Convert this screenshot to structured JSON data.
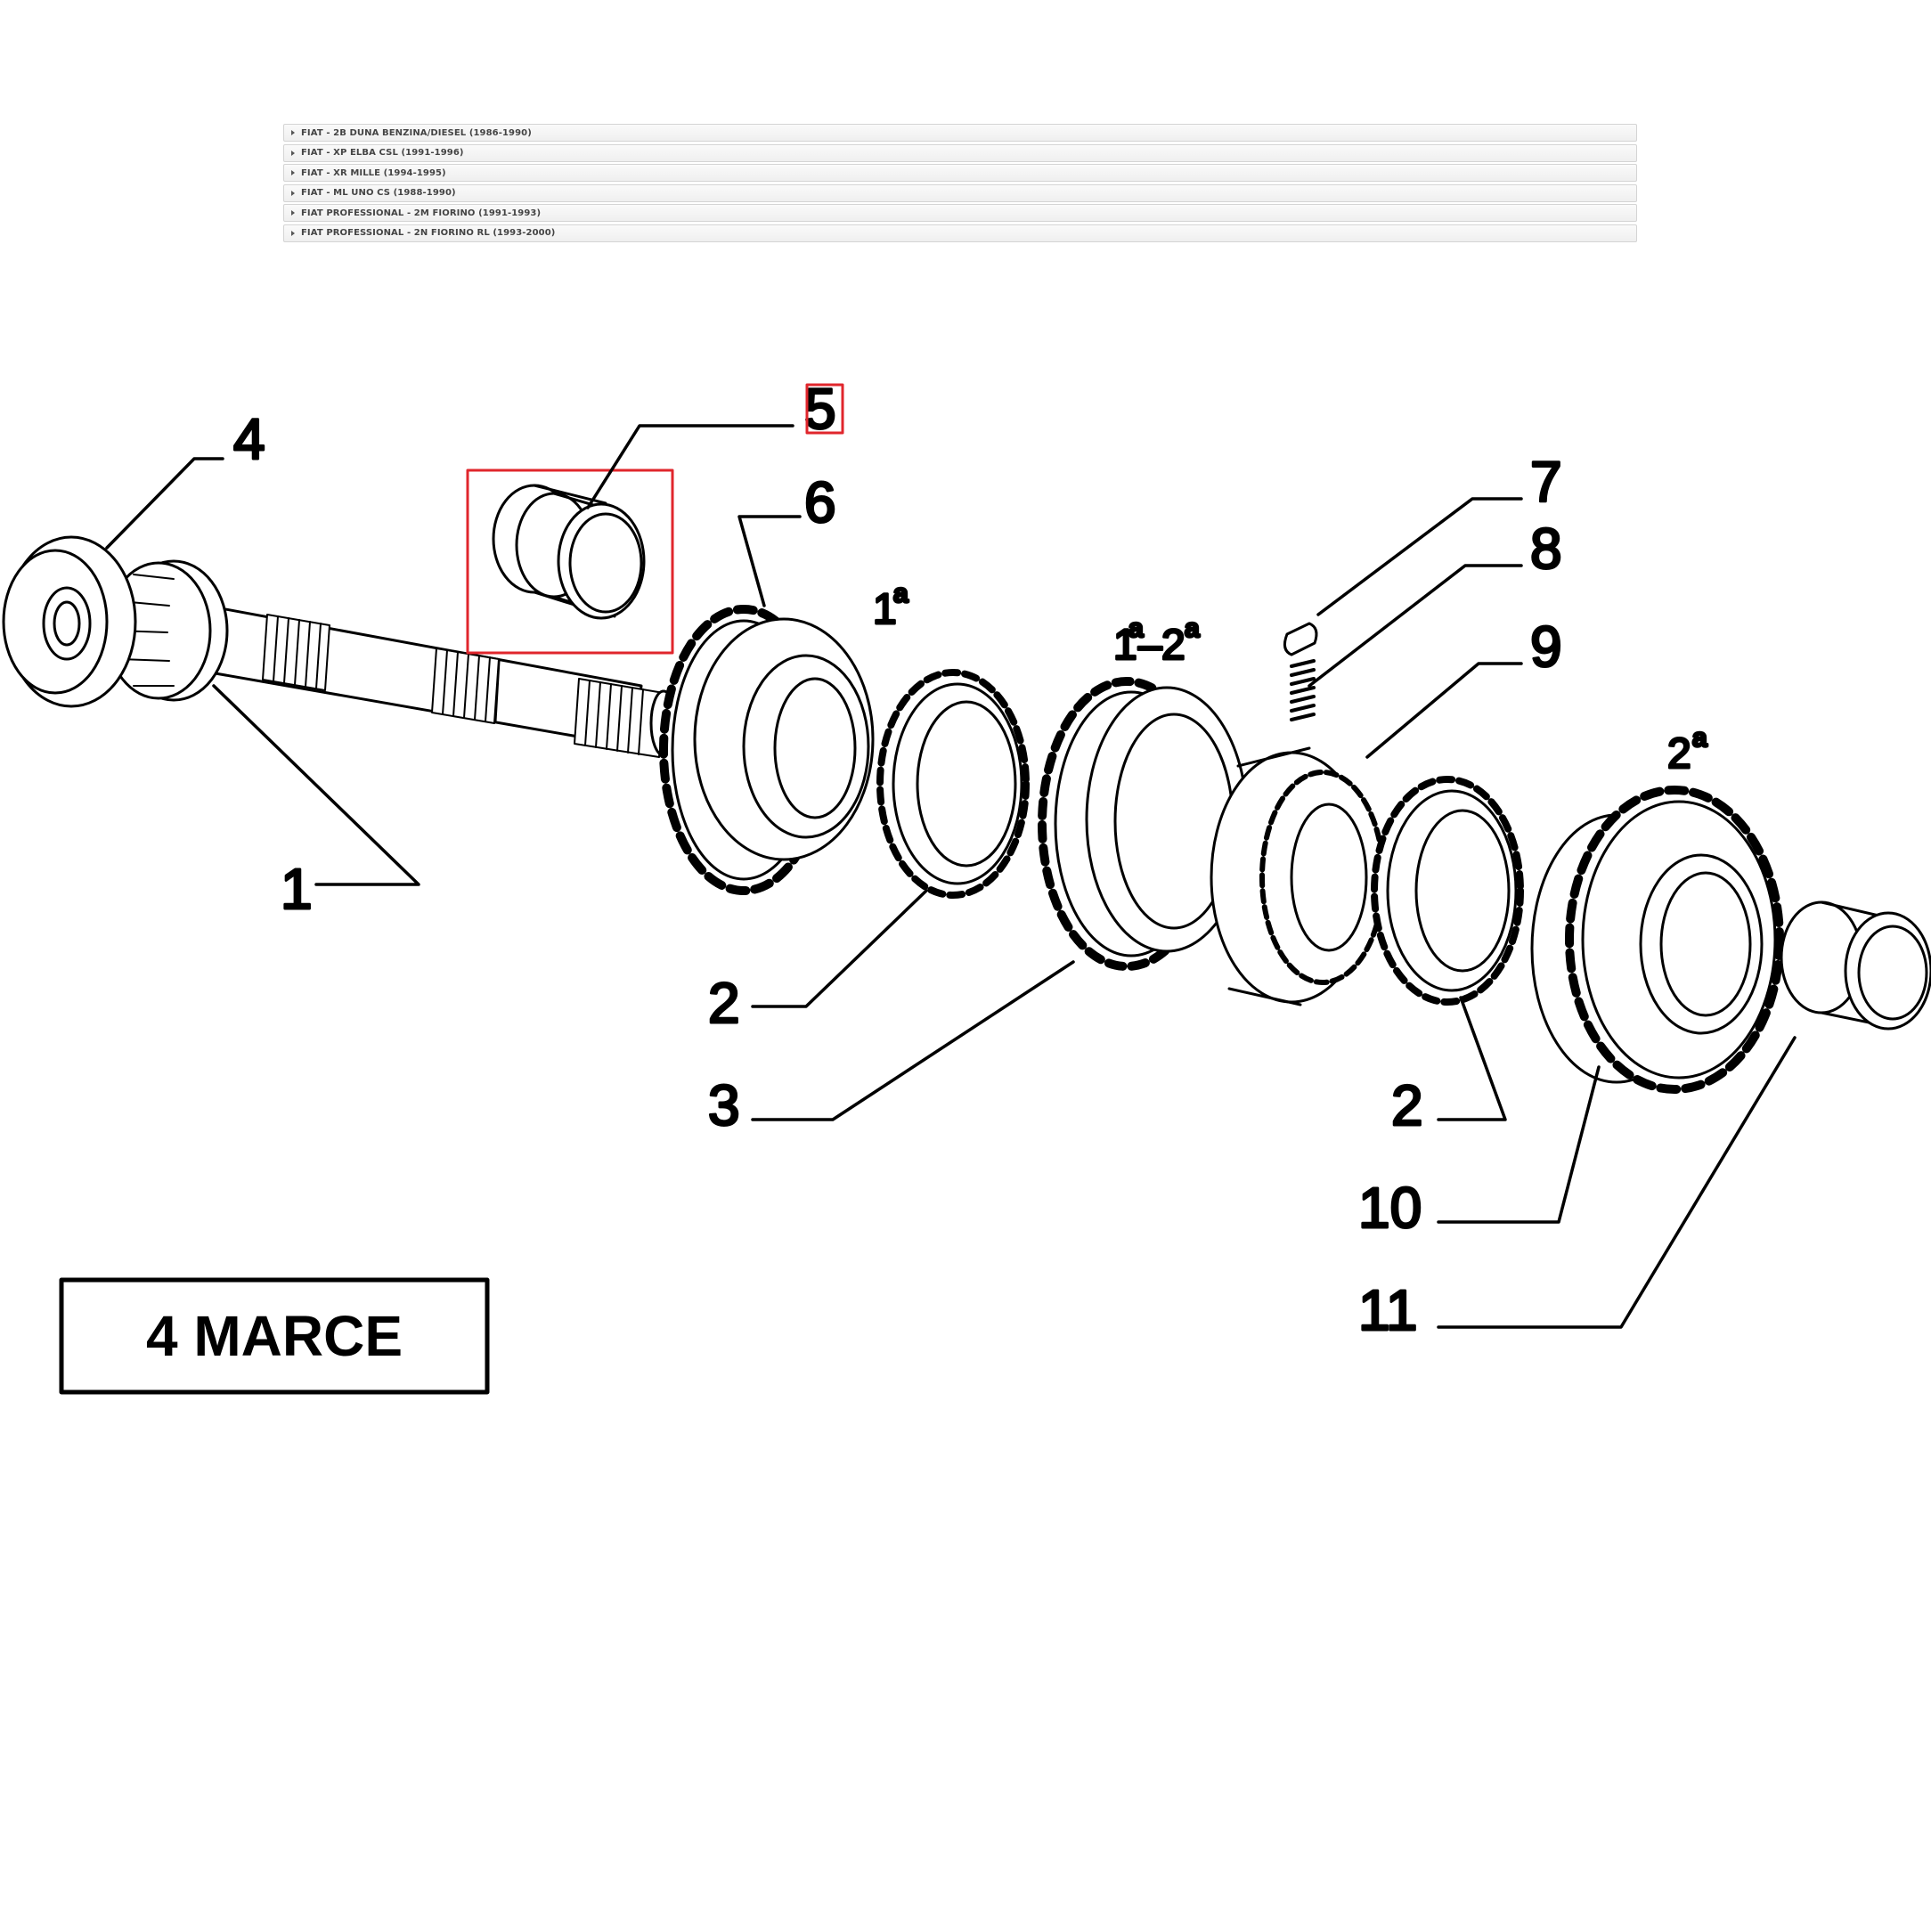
{
  "vehicles": [
    "FIAT - 2B DUNA BENZINA/DIESEL (1986-1990)",
    "FIAT - XP ELBA CSL (1991-1996)",
    "FIAT - XR MILLE (1994-1995)",
    "FIAT - ML UNO CS (1988-1990)",
    "FIAT PROFESSIONAL - 2M FIORINO (1991-1993)",
    "FIAT PROFESSIONAL - 2N FIORINO RL (1993-2000)"
  ],
  "diagram": {
    "callouts": [
      "1",
      "2",
      "3",
      "4",
      "5",
      "6",
      "7",
      "8",
      "9",
      "10",
      "11",
      "2"
    ],
    "gear_labels": {
      "first": "1",
      "first_sup": "a",
      "sync_a": "1",
      "sync_a_sup": "a",
      "sync_dash": "–",
      "sync_b": "2",
      "sync_b_sup": "a",
      "second": "2",
      "second_sup": "a"
    },
    "box_title": "4 MARCE",
    "highlight_color": "#e0262c",
    "selected_part": "5"
  }
}
